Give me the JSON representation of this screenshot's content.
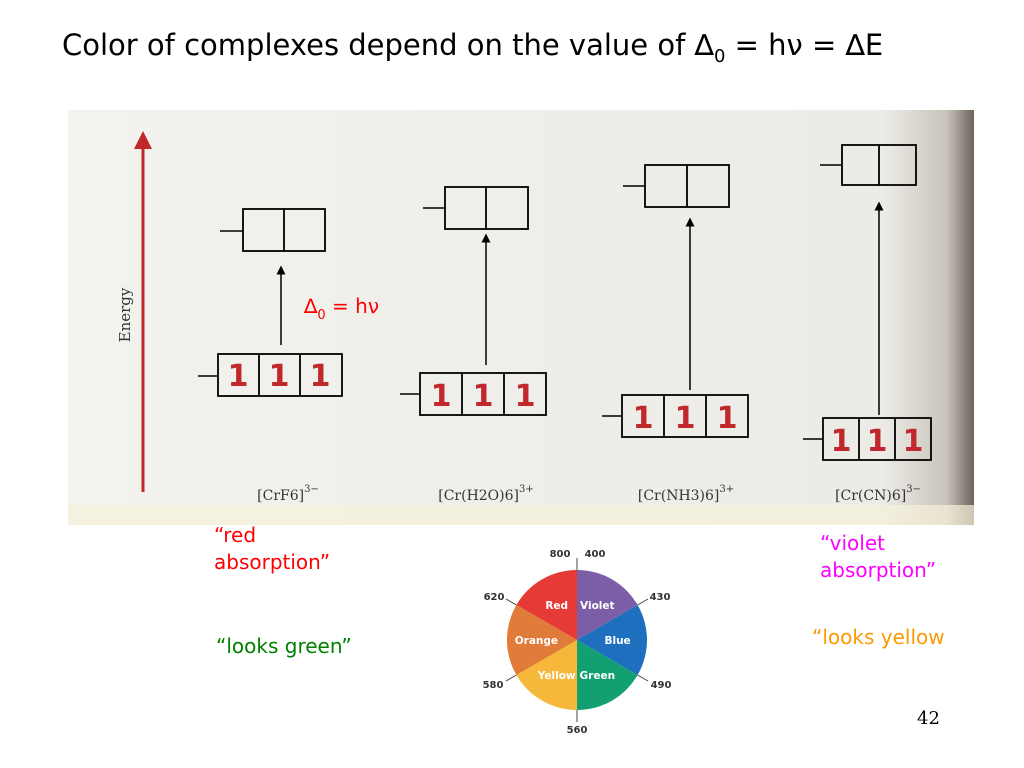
{
  "title": {
    "prefix": "Color of complexes depend on the value of ",
    "delta_symbol": "∆",
    "subscript": "0",
    "suffix": " = hν = ∆E"
  },
  "figure": {
    "axis_label": "Energy",
    "delta_label": {
      "symbol": "∆",
      "subscript": "0",
      "rest": " = hν"
    },
    "complexes": [
      {
        "formula": "[CrF6]",
        "charge": "3−"
      },
      {
        "formula": "[Cr(H2O)6]",
        "charge": "3+"
      },
      {
        "formula": "[Cr(NH3)6]",
        "charge": "3+"
      },
      {
        "formula": "[Cr(CN)6]",
        "charge": "3−"
      }
    ],
    "electron_glyph": "1"
  },
  "annotations": {
    "red_absorption": {
      "line1": "“red",
      "line2": "absorption”"
    },
    "looks_green": "“looks green”",
    "violet_absorption": {
      "line1": "“violet",
      "line2": "absorption”"
    },
    "looks_yellow": "“looks yellow"
  },
  "color_wheel": {
    "segments": [
      {
        "name": "Red",
        "color": "#e53a35"
      },
      {
        "name": "Violet",
        "color": "#7b5ea7"
      },
      {
        "name": "Blue",
        "color": "#1f6fbf"
      },
      {
        "name": "Green",
        "color": "#12a072"
      },
      {
        "name": "Yellow",
        "color": "#f6b83a"
      },
      {
        "name": "Orange",
        "color": "#e07b39"
      }
    ],
    "wavelengths": {
      "top_left": "800",
      "top_right": "400",
      "right_upper": "430",
      "right_lower": "490",
      "bottom": "560",
      "left_lower": "580",
      "left_upper": "620"
    }
  },
  "page_number": "42",
  "colors": {
    "arrow_red": "#c0282c",
    "paper": "#eeeeea",
    "electron": "#c0282c"
  }
}
